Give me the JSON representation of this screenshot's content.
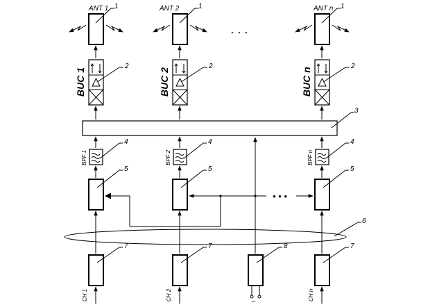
{
  "antennas": [
    "ANT 1",
    "ANT 2",
    "ANT n"
  ],
  "bucs": [
    "BUC 1",
    "BUC 2",
    "BUC n"
  ],
  "bpfs": [
    "BPF 1",
    "BPF 2",
    "BPF n"
  ],
  "channels": [
    "CH 1",
    "CH 2",
    "CH n"
  ],
  "callouts": {
    "antenna": "1",
    "buc": "2",
    "combiner": "3",
    "bpf": "4",
    "switch": "5",
    "bus": "6",
    "modulator": "7",
    "generator": "8"
  },
  "ellipsis": ". . .",
  "dots": "• • •",
  "wave": "~"
}
